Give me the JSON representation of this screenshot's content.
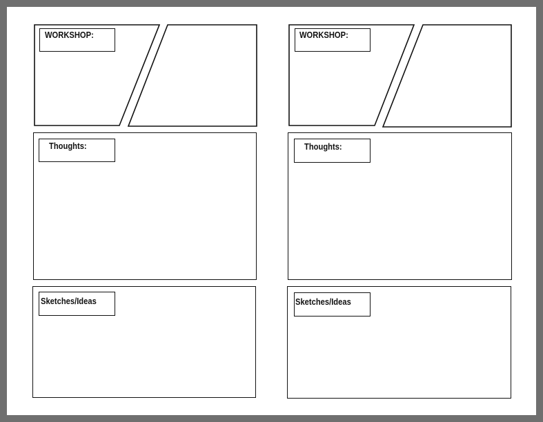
{
  "worksheet": {
    "columns": [
      {
        "workshop_label": "WORKSHOP:",
        "thoughts_label": "Thoughts:",
        "sketches_label": "Sketches/Ideas"
      },
      {
        "workshop_label": "WORKSHOP:",
        "thoughts_label": "Thoughts:",
        "sketches_label": "Sketches/Ideas"
      }
    ]
  }
}
